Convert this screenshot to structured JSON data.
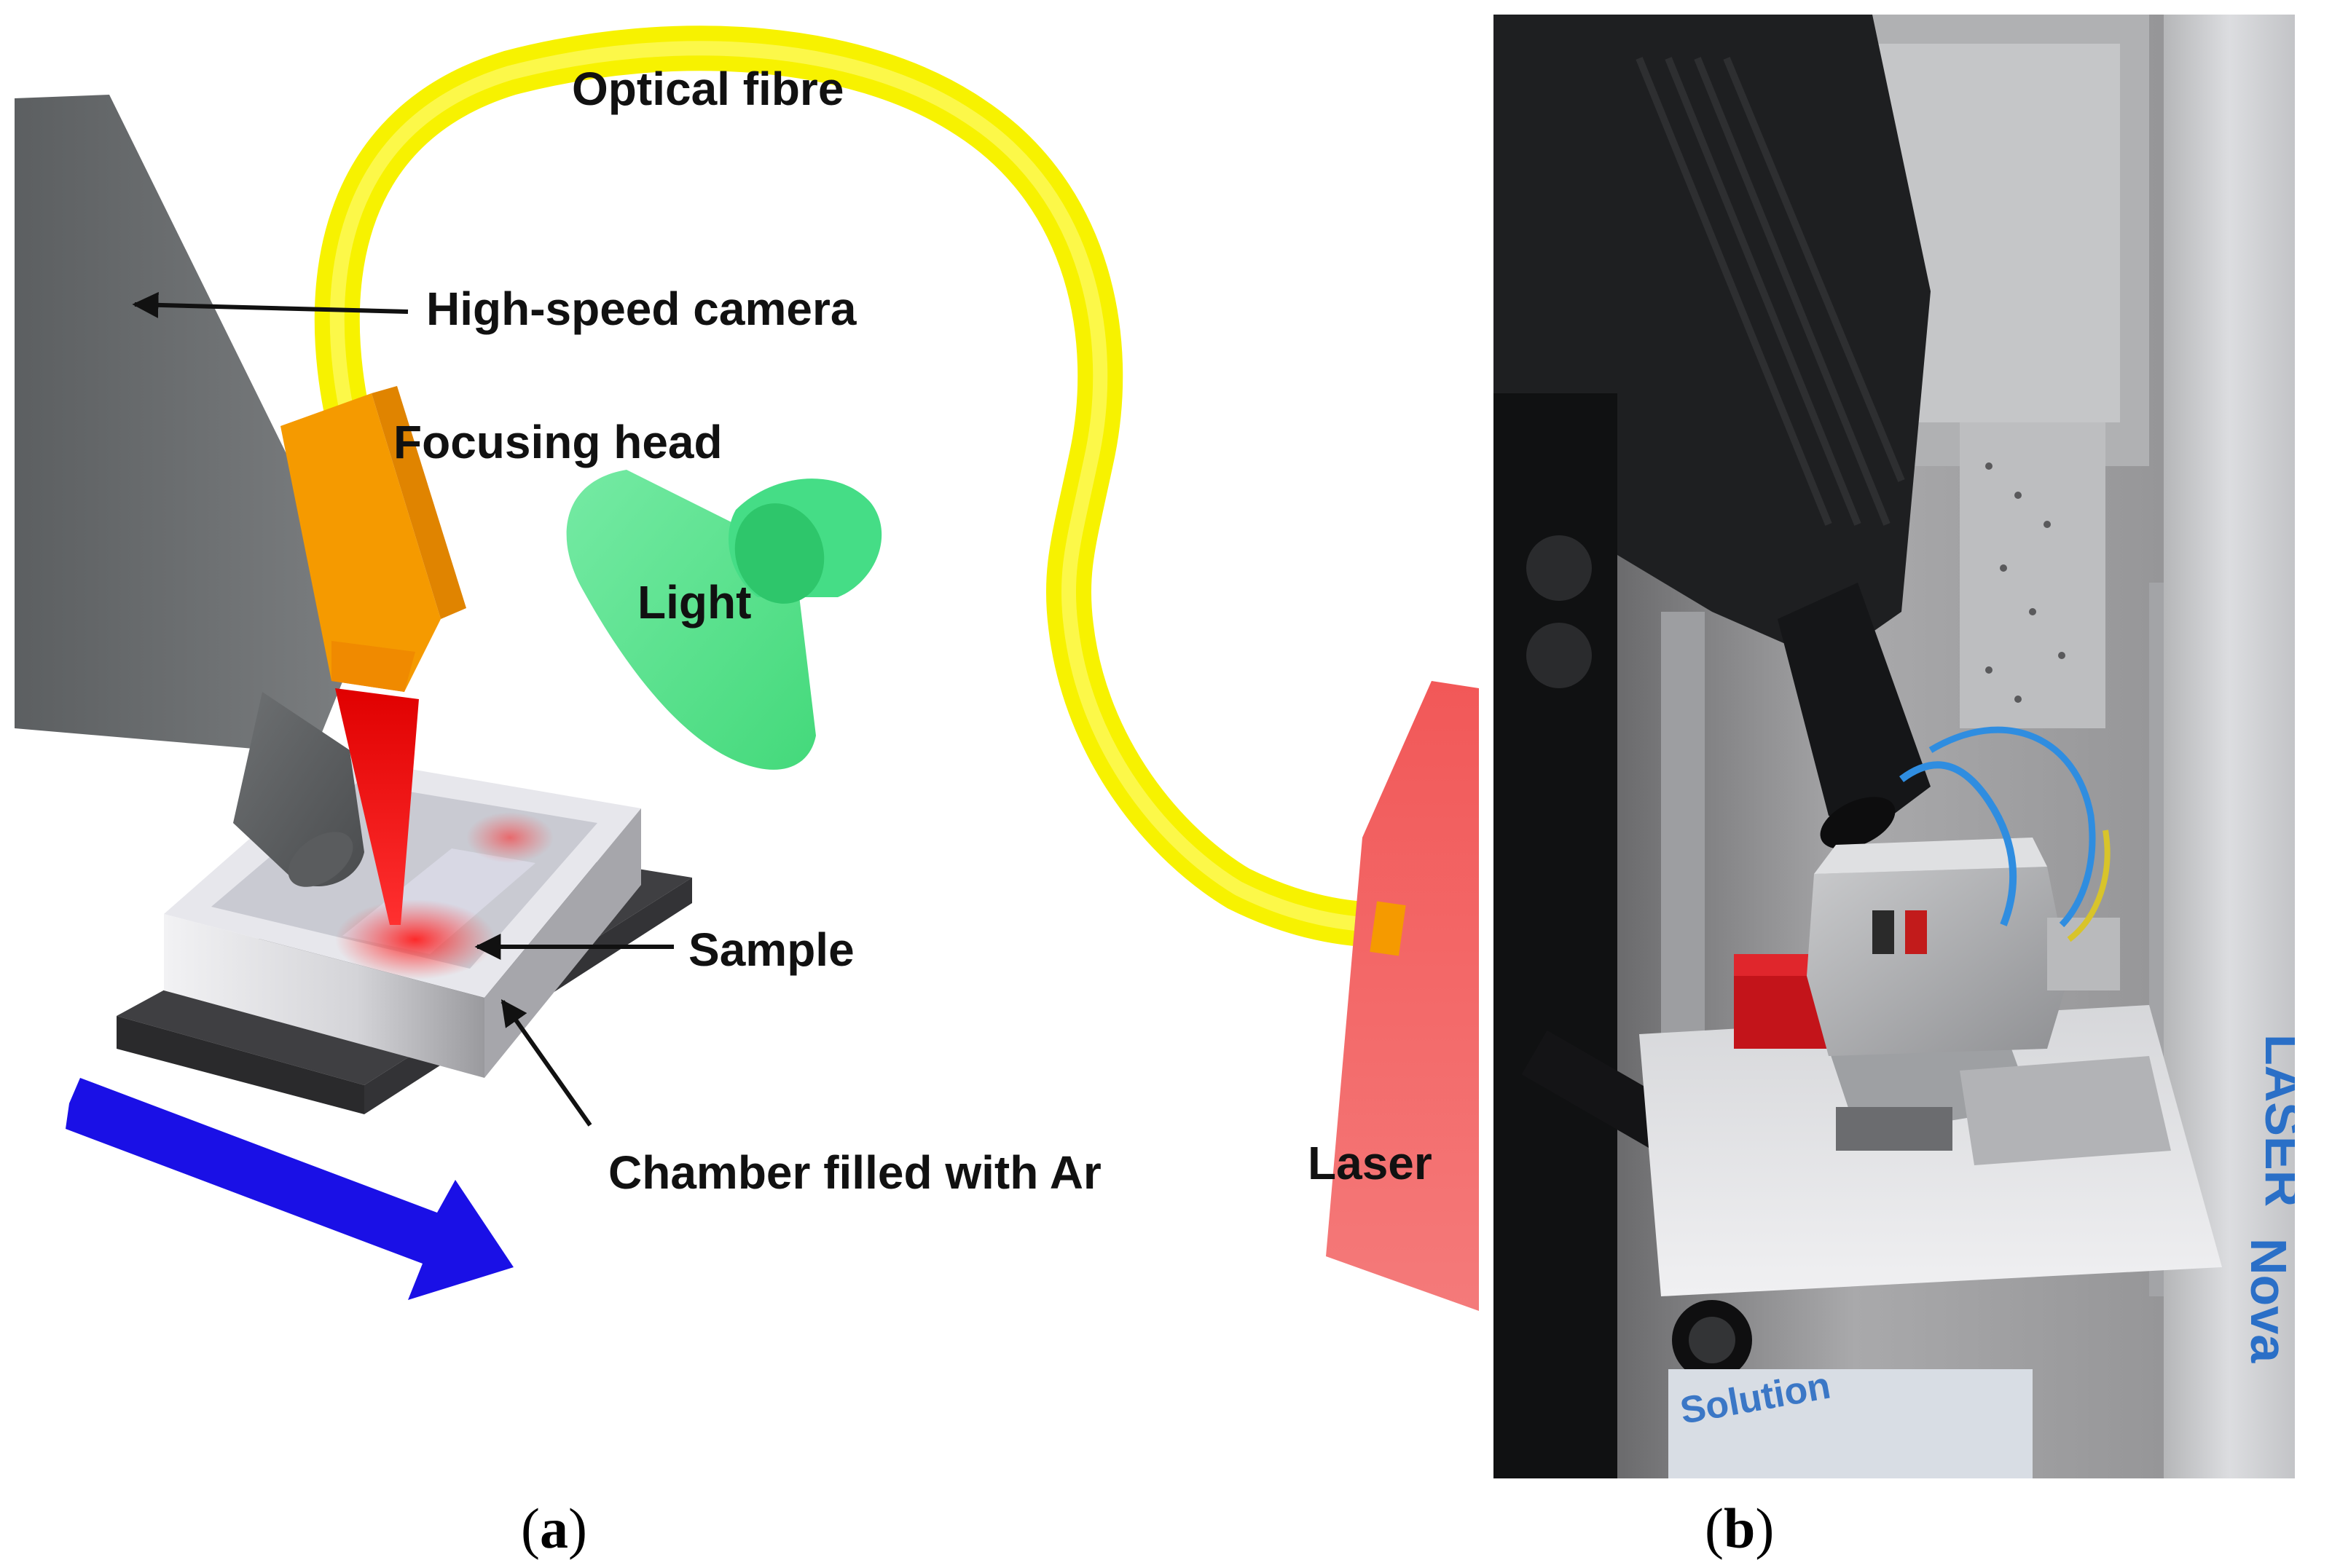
{
  "panel_a": {
    "labels": {
      "optical_fibre": "Optical fibre",
      "high_speed_camera": "High-speed camera",
      "focusing_head": "Focusing head",
      "light": "Light",
      "sample": "Sample",
      "chamber": "Chamber filled with Ar",
      "laser": "Laser"
    },
    "caption_letter": "a"
  },
  "panel_b": {
    "caption_letter": "b",
    "photo_text": {
      "brand_fragment": "Nova",
      "brand_fragment_2": "LASER",
      "solution_text": "Solution"
    }
  },
  "colors": {
    "fibre": "#f7f200",
    "focusing_head": "#f59a00",
    "beam": "#e60000",
    "light": "#3fe07a",
    "laser_source": "#f26a6a",
    "camera": "#6b6e70",
    "arrow": "#1a10e6"
  }
}
